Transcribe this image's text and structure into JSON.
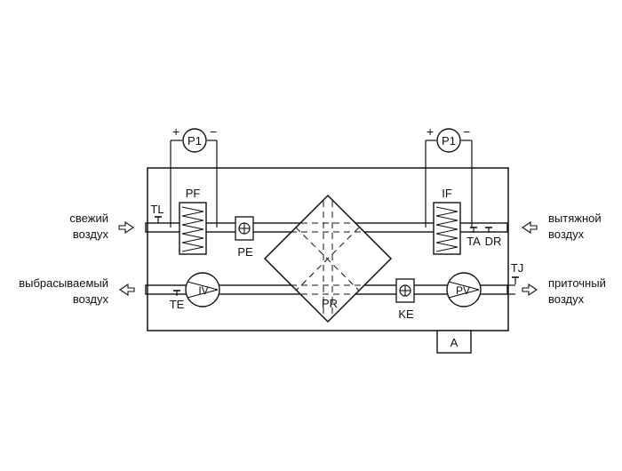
{
  "side_labels": {
    "left_top_1": "свежий",
    "left_top_2": "воздух",
    "left_bottom_1": "выбрасываемый",
    "left_bottom_2": "воздух",
    "right_top_1": "вытяжной",
    "right_top_2": "воздух",
    "right_bottom_1": "приточный",
    "right_bottom_2": "воздух"
  },
  "components": {
    "p1_left": "P1",
    "p1_right": "P1",
    "plus": "+",
    "minus": "−",
    "tl": "TL",
    "pf": "PF",
    "pe": "PE",
    "if": "IF",
    "ta": "TA",
    "dr": "DR",
    "tj": "TJ",
    "te": "TE",
    "iv": "IV",
    "pr": "PR",
    "ke": "KE",
    "pv": "PV",
    "a": "A"
  }
}
